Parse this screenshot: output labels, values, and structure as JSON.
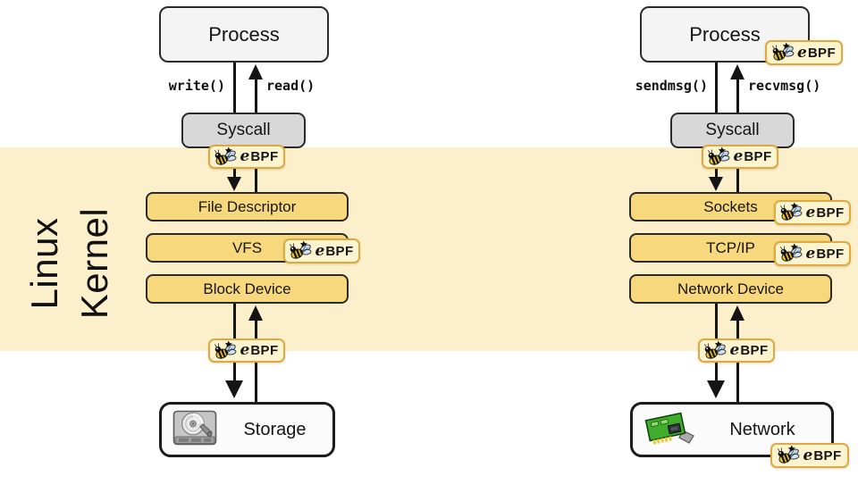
{
  "kernel_label": {
    "line1": "Linux",
    "line2": "Kernel"
  },
  "ebpf_badge": {
    "italic_part": "e",
    "bold_part": "BPF"
  },
  "columns": {
    "left": {
      "process_label": "Process",
      "down_call": "write()",
      "up_call": "read()",
      "syscall_label": "Syscall",
      "layers": [
        "File Descriptor",
        "VFS",
        "Block Device"
      ],
      "endpoint_label": "Storage"
    },
    "right": {
      "process_label": "Process",
      "down_call": "sendmsg()",
      "up_call": "recvmsg()",
      "syscall_label": "Syscall",
      "layers": [
        "Sockets",
        "TCP/IP",
        "Network Device"
      ],
      "endpoint_label": "Network"
    }
  },
  "colors": {
    "band": "#fcf0cc",
    "gold": "#f8d87c",
    "badge-bg": "#fcf3cf",
    "badge-border": "#dfa942",
    "process-bg": "#f4f4f4",
    "syscall-bg": "#d8d8d8"
  }
}
